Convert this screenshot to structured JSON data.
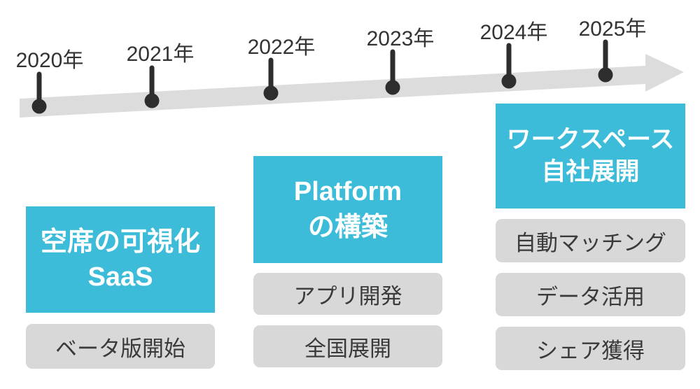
{
  "figure": {
    "type": "timeline-roadmap"
  },
  "colors": {
    "accent_cyan": "#3cbcd9",
    "timeline_gray": "#dcdcdc",
    "item_gray": "#d8d8d8",
    "marker_dark": "#2d2d2d",
    "text_dark": "#3a3a3a",
    "text_white": "#ffffff"
  },
  "timeline": {
    "years": [
      {
        "label": "2020年"
      },
      {
        "label": "2021年"
      },
      {
        "label": "2022年"
      },
      {
        "label": "2023年"
      },
      {
        "label": "2024年"
      },
      {
        "label": "2025年"
      }
    ]
  },
  "columns": [
    {
      "title_lines": [
        "空席の可視化",
        "SaaS"
      ],
      "items": [
        {
          "label": "ベータ版開始"
        }
      ]
    },
    {
      "title_lines": [
        "Platform",
        "の構築"
      ],
      "items": [
        {
          "label": "アプリ開発"
        },
        {
          "label": "全国展開"
        }
      ]
    },
    {
      "title_lines": [
        "ワークスペース",
        "自社展開"
      ],
      "items": [
        {
          "label": "自動マッチング"
        },
        {
          "label": "データ活用"
        },
        {
          "label": "シェア獲得"
        }
      ]
    }
  ]
}
